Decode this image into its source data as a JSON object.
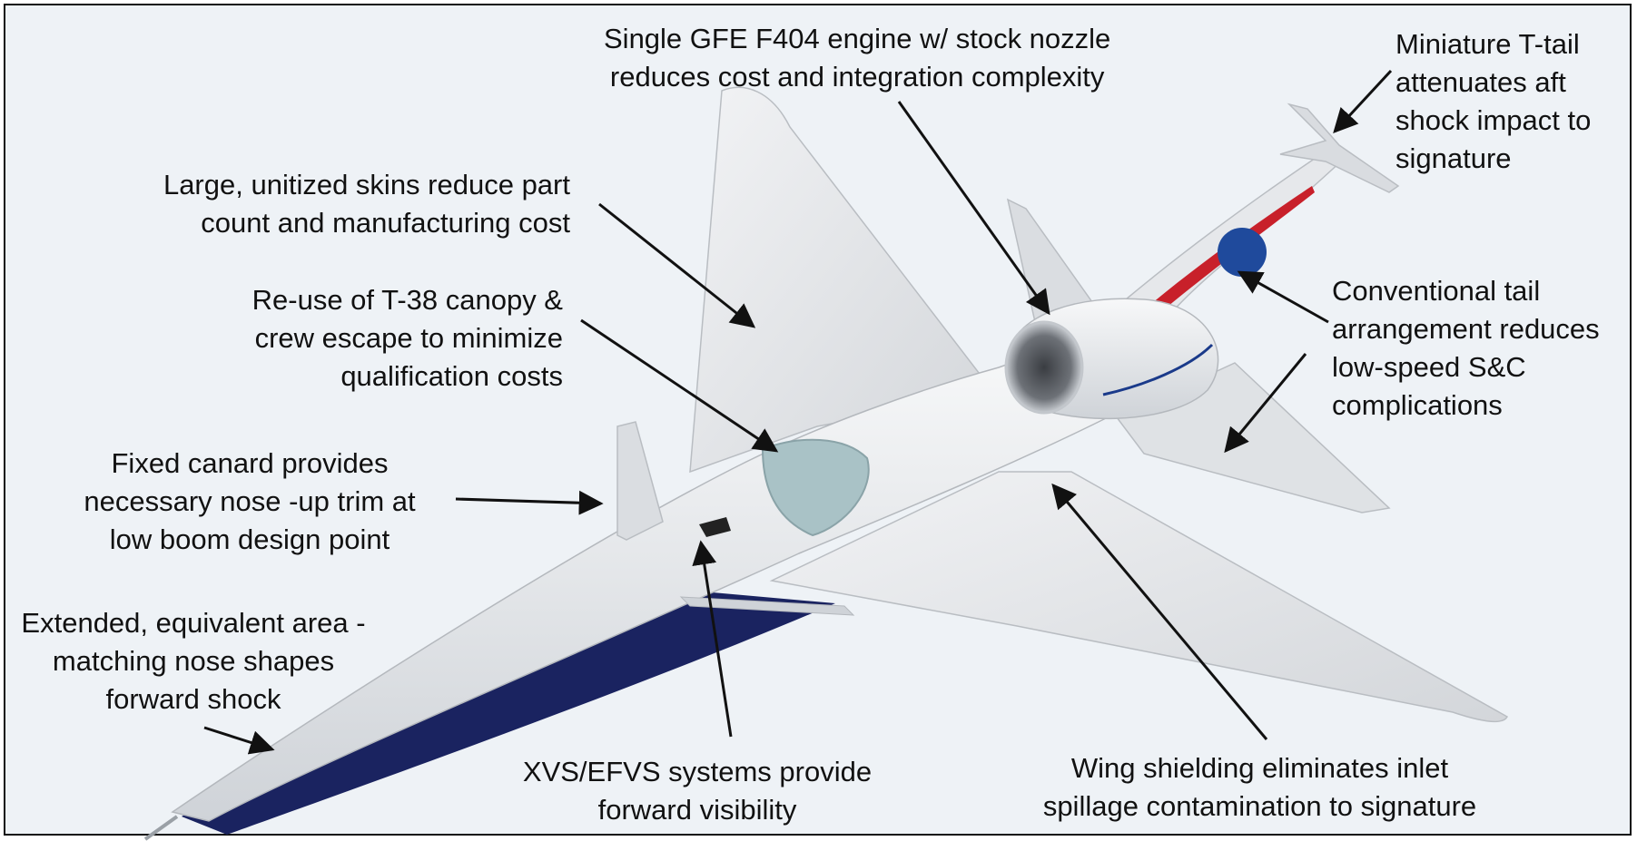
{
  "figure": {
    "type": "annotated-aircraft-diagram",
    "colors": {
      "background": "#eef2f6",
      "airframe": "#e4e6e9",
      "airframe_shade": "#c9cdd2",
      "underside_navy": "#1a2360",
      "canopy": "#a9c2c6",
      "stripe_red": "#c8202a",
      "stripe_blue": "#1a3a8a",
      "arrow": "#111111"
    }
  },
  "callouts": {
    "engine": {
      "lines": [
        "Single GFE  F404 engine  w/ stock nozzle",
        "reduces cost and integration complexity"
      ]
    },
    "ttail": {
      "lines": [
        "Miniature T-tail",
        "attenuates aft",
        "shock impact to",
        "signature"
      ]
    },
    "skins": {
      "lines": [
        "Large, unitized  skins reduce part",
        "count and manufacturing cost"
      ]
    },
    "canopy": {
      "lines": [
        "Re-use of T-38 canopy &",
        "crew escape to minimize",
        "qualification costs"
      ]
    },
    "tail": {
      "lines": [
        "Conventional tail",
        "arrangement reduces",
        "low-speed S&C",
        "complications"
      ]
    },
    "canard": {
      "lines": [
        "Fixed canard provides",
        "necessary nose -up trim at",
        "low boom design point"
      ]
    },
    "nose": {
      "lines": [
        "Extended, equivalent area -",
        "matching nose shapes",
        "forward shock"
      ]
    },
    "xvs": {
      "lines": [
        "XVS/EFVS systems provide",
        "forward visibility"
      ]
    },
    "wing": {
      "lines": [
        "Wing shielding eliminates inlet",
        "spillage contamination to signature"
      ]
    }
  }
}
